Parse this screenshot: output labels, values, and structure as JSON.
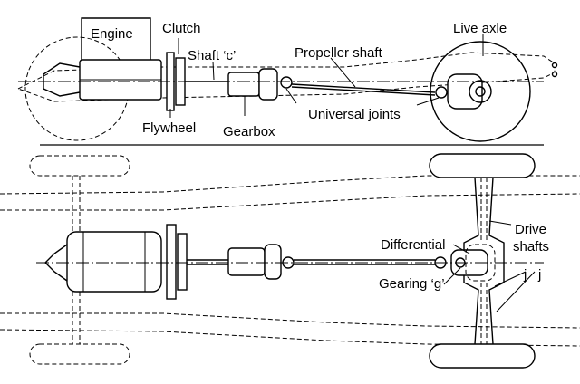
{
  "side_view": {
    "labels": {
      "engine": "Engine",
      "clutch": "Clutch",
      "shaft_c": "Shaft ‘c’",
      "propeller_shaft": "Propeller shaft",
      "live_axle": "Live axle",
      "flywheel": "Flywheel",
      "gearbox": "Gearbox",
      "universal_joints": "Universal joints"
    }
  },
  "plan_view": {
    "labels": {
      "differential": "Differential",
      "drive_shafts_line1": "Drive",
      "drive_shafts_line2": "shafts",
      "gearing_g": "Gearing ‘g’",
      "joint_j1": "j",
      "joint_j2": "j"
    }
  }
}
